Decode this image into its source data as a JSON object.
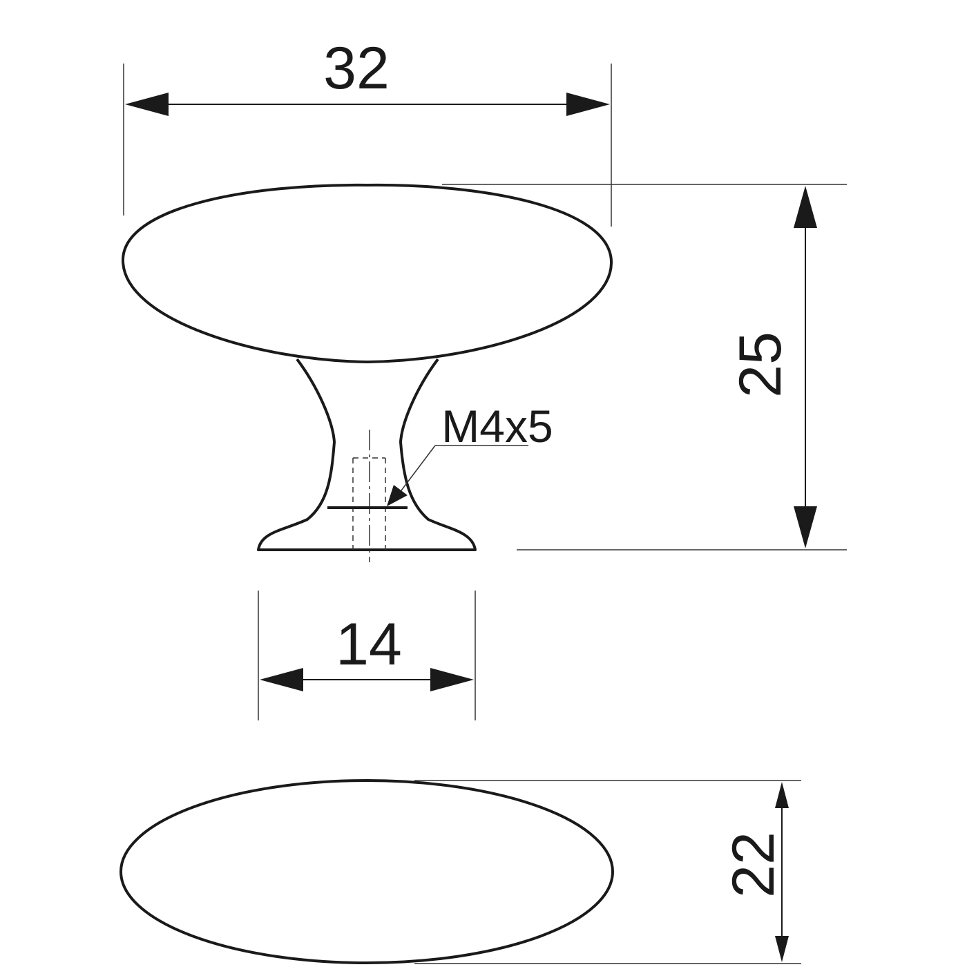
{
  "dimensions": {
    "width": "32",
    "height": "25",
    "base_width": "14",
    "thread": "M4x5",
    "depth": "22"
  },
  "colors": {
    "line": "#1a1a1a",
    "background": "#ffffff"
  }
}
